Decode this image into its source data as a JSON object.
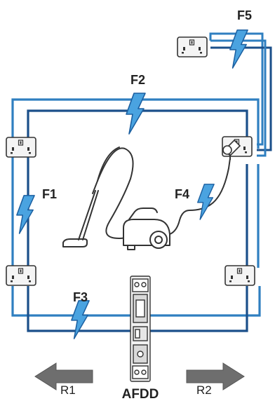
{
  "faults": {
    "f1": "F1",
    "f2": "F2",
    "f3": "F3",
    "f4": "F4",
    "f5": "F5"
  },
  "directions": {
    "left": "R1",
    "right": "R2"
  },
  "device": {
    "label": "AFDD"
  },
  "colors": {
    "wire_outer": "#2f7fc0",
    "wire_inner": "#1b4f8a",
    "lightning_fill": "#4aa3e0",
    "lightning_stroke": "#1b5fa0",
    "arrow": "#6e6e6e",
    "outline": "#333333"
  }
}
